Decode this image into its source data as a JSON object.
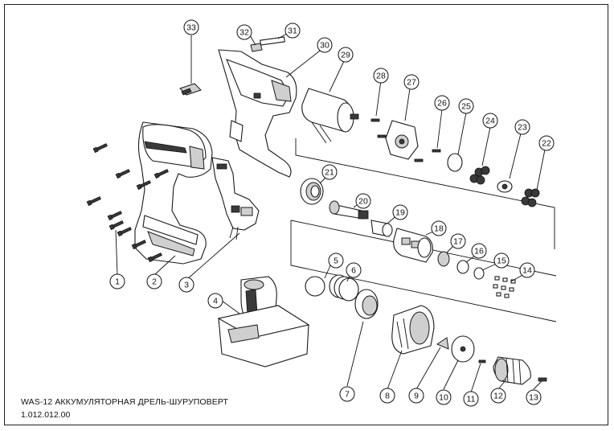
{
  "caption": {
    "title": "WAS-12 АККУМУЛЯТОРНАЯ ДРЕЛЬ-ШУРУПОВЕРТ",
    "code": "1.012.012.00"
  },
  "callouts": [
    "1",
    "2",
    "3",
    "4",
    "5",
    "6",
    "7",
    "8",
    "9",
    "10",
    "11",
    "12",
    "13",
    "14",
    "15",
    "16",
    "17",
    "18",
    "19",
    "20",
    "21",
    "22",
    "23",
    "24",
    "25",
    "26",
    "27",
    "28",
    "29",
    "30",
    "31",
    "32",
    "33"
  ],
  "colors": {
    "line": "#1a1a1a",
    "background": "#ffffff",
    "shade": "#cfcfcf"
  }
}
